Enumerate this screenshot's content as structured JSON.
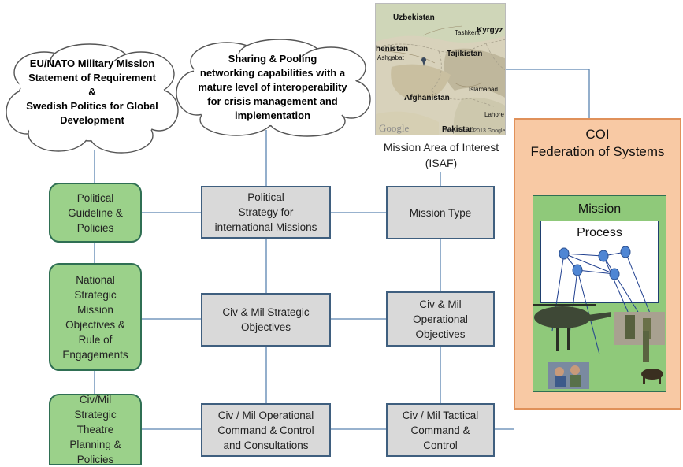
{
  "clouds": {
    "left": "EU/NATO Military Mission\nStatement of Requirement\n&\nSwedish Politics for Global\nDevelopment",
    "right": "Sharing & Pooling\nnetworking capabilities with a\nmature level of interoperability\nfor crisis management and\nimplementation"
  },
  "map": {
    "labels": [
      "Uzbekistan",
      "Kyrgyz",
      "Tashkent",
      "henistan",
      "Ashgabat",
      "Tajikistan",
      "Afghanistan",
      "Islamabad",
      "Lahore",
      "Pakistan"
    ],
    "attribution": "Map data ©2013 Google",
    "logo": "Google",
    "caption": "Mission Area of Interest\n(ISAF)"
  },
  "left_column": [
    "Political\nGuideline &\nPolicies",
    "National\nStrategic\nMission\nObjectives &\nRule of\nEngagements",
    "Civ/Mil\nStrategic\nTheatre\nPlanning &\nPolicies"
  ],
  "middle_column": [
    "Political\nStrategy for\ninternational Missions",
    "Civ & Mil Strategic\nObjectives",
    "Civ / Mil Operational\nCommand & Control\nand Consultations"
  ],
  "right_column": [
    "Mission Type",
    "Civ & Mil\nOperational\nObjectives",
    "Civ / Mil Tactical\nCommand &\nControl"
  ],
  "coi": {
    "title": "COI\nFederation of Systems",
    "mission": "Mission",
    "process": "Process"
  },
  "colors": {
    "green_fill": "#9bd18a",
    "green_border": "#2f6f53",
    "gray_fill": "#d9d9d9",
    "gray_border": "#3f5f7f",
    "connector": "#5b84b0",
    "coi_fill": "#f8c9a4",
    "mission_fill": "#8fc97a",
    "node_fill": "#4f86d4"
  }
}
